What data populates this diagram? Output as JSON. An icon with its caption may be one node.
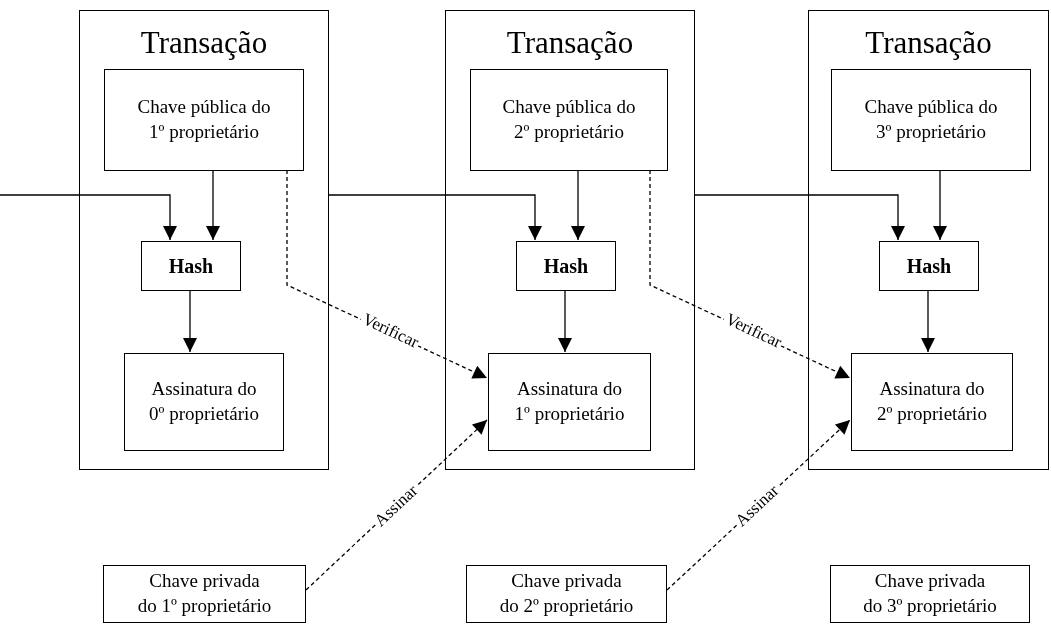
{
  "diagram": {
    "nodes": [
      {
        "text": [
          "Transação"
        ]
      },
      {
        "text": [
          "Chave pública do 1º proprietário"
        ],
        "in": 0
      },
      {
        "text": [
          "Hash"
        ],
        "in": 0
      },
      {
        "text": [
          "Assinatura do 0º proprietário"
        ],
        "in": 0
      },
      {
        "text": [
          "Transação"
        ]
      },
      {
        "text": [
          "Chave pública do 2º proprietário"
        ],
        "in": 4
      },
      {
        "text": [
          "Hash"
        ],
        "in": 4
      },
      {
        "text": [
          "Assinatura do 1º proprietário"
        ],
        "in": 4
      },
      {
        "text": [
          "Transação"
        ]
      },
      {
        "text": [
          "Chave pública do 3º proprietário"
        ],
        "in": 8
      },
      {
        "text": [
          "Hash"
        ],
        "in": 8
      },
      {
        "text": [
          "Assinatura do 2º proprietário"
        ],
        "in": 8
      },
      {
        "text": [
          "Chave privada do 1º proprietário"
        ]
      },
      {
        "text": [
          "Chave privada do 2º proprietário"
        ]
      },
      {
        "text": [
          "Chave privada do 3º proprietário"
        ]
      }
    ],
    "edges": [
      {
        "from": null,
        "to": 2,
        "arrow": "to"
      },
      {
        "from": 1,
        "to": 2,
        "arrow": "to"
      },
      {
        "from": 2,
        "to": 3,
        "arrow": "to"
      },
      {
        "from": 0,
        "to": 6,
        "arrow": "to"
      },
      {
        "from": 5,
        "to": 6,
        "arrow": "to"
      },
      {
        "from": 6,
        "to": 7,
        "arrow": "to"
      },
      {
        "from": 1,
        "to": 7,
        "arrow": "to",
        "style": "dashed",
        "label": "Verificar"
      },
      {
        "from": 12,
        "to": 7,
        "arrow": "to",
        "style": "dashed",
        "label": "Assinar"
      },
      {
        "from": 4,
        "to": 10,
        "arrow": "to"
      },
      {
        "from": 9,
        "to": 10,
        "arrow": "to"
      },
      {
        "from": 10,
        "to": 11,
        "arrow": "to"
      },
      {
        "from": 5,
        "to": 11,
        "arrow": "to",
        "style": "dashed",
        "label": "Verificar"
      },
      {
        "from": 13,
        "to": 11,
        "arrow": "to",
        "style": "dashed",
        "label": "Assinar"
      }
    ]
  }
}
